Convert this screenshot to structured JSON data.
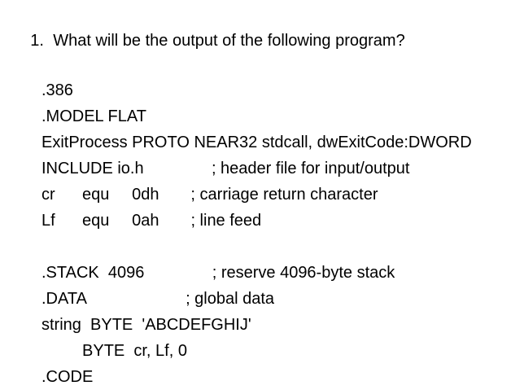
{
  "question": {
    "number": "1.",
    "text": "What will be the output of the following program?"
  },
  "code": {
    "lines": [
      ".386",
      ".MODEL FLAT",
      "ExitProcess PROTO NEAR32 stdcall, dwExitCode:DWORD",
      "INCLUDE io.h               ; header file for input/output",
      "cr      equ     0dh       ; carriage return character",
      "Lf      equ     0ah       ; line feed",
      "",
      ".STACK  4096               ; reserve 4096-byte stack",
      ".DATA                      ; global data",
      "string  BYTE  'ABCDEFGHIJ'",
      "         BYTE  cr, Lf, 0",
      ".CODE"
    ]
  },
  "colors": {
    "text": "#000000",
    "background": "#ffffff"
  }
}
